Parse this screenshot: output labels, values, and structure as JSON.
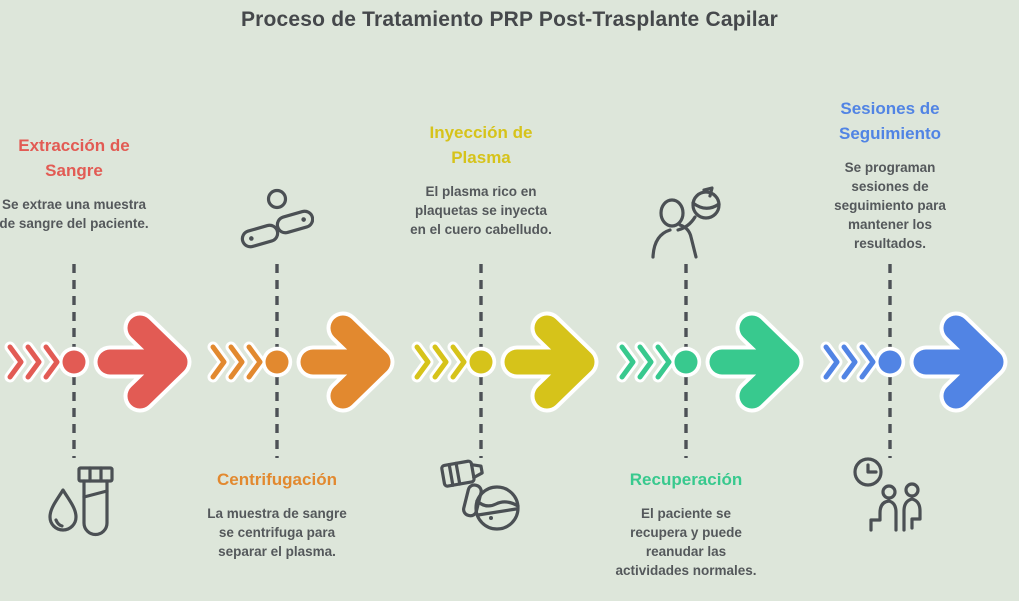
{
  "header": {
    "title": "Proceso de Tratamiento PRP Post-Trasplante Capilar"
  },
  "colors": {
    "background": "#dde6da",
    "heading": "#45484b",
    "body_text": "#54585b",
    "icon_outline": "#4b5054",
    "connector": "#4d5156",
    "outline_white": "#ffffff"
  },
  "steps": [
    {
      "index": 1,
      "title": "Extracción de Sangre",
      "description": "Se extrae una muestra de sangre del paciente.",
      "color": "#e25b54",
      "text_position": "top",
      "icon": "blood-drop-and-test-tube"
    },
    {
      "index": 2,
      "title": "Centrifugación",
      "description": "La muestra de sangre se centrifuga para separar el plasma.",
      "color": "#e2892f",
      "text_position": "bottom",
      "icon": "centrifuged-cells"
    },
    {
      "index": 3,
      "title": "Inyección de Plasma",
      "description": "El plasma rico en plaquetas se inyecta en el cuero cabelludo.",
      "color": "#d6c31a",
      "text_position": "top",
      "icon": "scalp-injection"
    },
    {
      "index": 4,
      "title": "Recuperación",
      "description": "El paciente se recupera y puede reanudar las actividades normales.",
      "color": "#38c98e",
      "text_position": "bottom",
      "icon": "patient-recovery"
    },
    {
      "index": 5,
      "title": "Sesiones de Seguimiento",
      "description": "Se programan sesiones de seguimiento para mantener los resultados.",
      "color": "#5184e4",
      "text_position": "top",
      "icon": "clock-and-patients"
    }
  ]
}
